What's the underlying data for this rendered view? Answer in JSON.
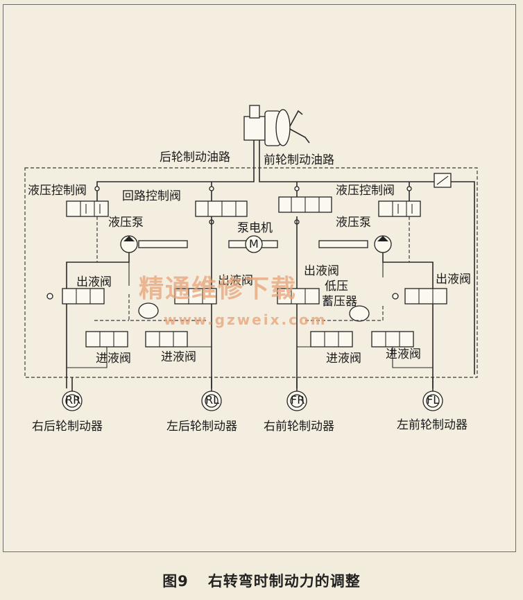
{
  "labels": {
    "rear_line": "后轮制动油路",
    "front_line": "前轮制动油路",
    "hyd_ctrl_left": "液压控制阀",
    "circuit_ctrl": "回路控制阀",
    "hyd_ctrl_right": "液压控制阀",
    "pump_left": "液压泵",
    "pump_motor": "泵电机",
    "pump_right": "液压泵",
    "outlet_1": "出液阀",
    "outlet_2": "出液阀",
    "outlet_3": "出液阀",
    "outlet_4": "出液阀",
    "low_pressure": "低压",
    "accumulator": "蓄压器",
    "inlet_1": "进液阀",
    "inlet_2": "进液阀",
    "inlet_3": "进液阀",
    "inlet_4": "进液阀",
    "brake_rr": "右后轮制动器",
    "brake_lr": "左后轮制动器",
    "brake_rf": "右前轮制动器",
    "brake_lf": "左前轮制动器"
  },
  "wheel_codes": {
    "rr": "RR",
    "lr": "RL",
    "rf": "FR",
    "lf": "FL"
  },
  "watermark": {
    "text": "精通维修下载",
    "url": "www.gzweix.com"
  },
  "caption": {
    "number": "图9",
    "title": "右转弯时制动力的调整"
  }
}
